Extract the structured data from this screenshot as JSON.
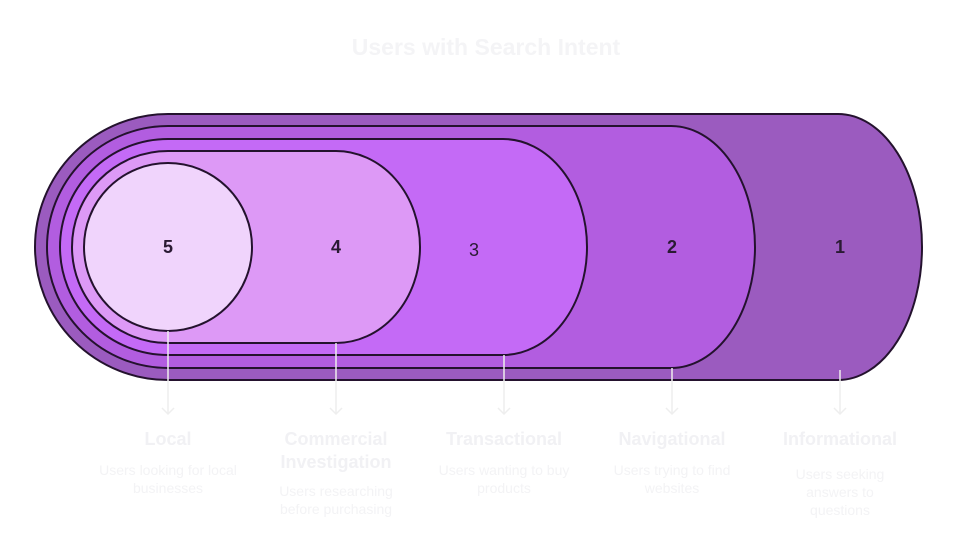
{
  "title": "Users with Search Intent",
  "layers": [
    {
      "number": "1",
      "label": "Informational",
      "description": "Users seeking answers to questions",
      "color": "#9b5bbf"
    },
    {
      "number": "2",
      "label": "Navigational",
      "description": "Users trying to find websites",
      "color": "#b25de0"
    },
    {
      "number": "3",
      "label": "Transactional",
      "description": "Users wanting to buy products",
      "color": "#c46af6"
    },
    {
      "number": "4",
      "label": "Commercial Investigation",
      "description": "Users researching before purchasing",
      "color": "#dd99f6"
    },
    {
      "number": "5",
      "label": "Local",
      "description": "Users looking for local businesses",
      "color": "#f0d4fc"
    }
  ]
}
